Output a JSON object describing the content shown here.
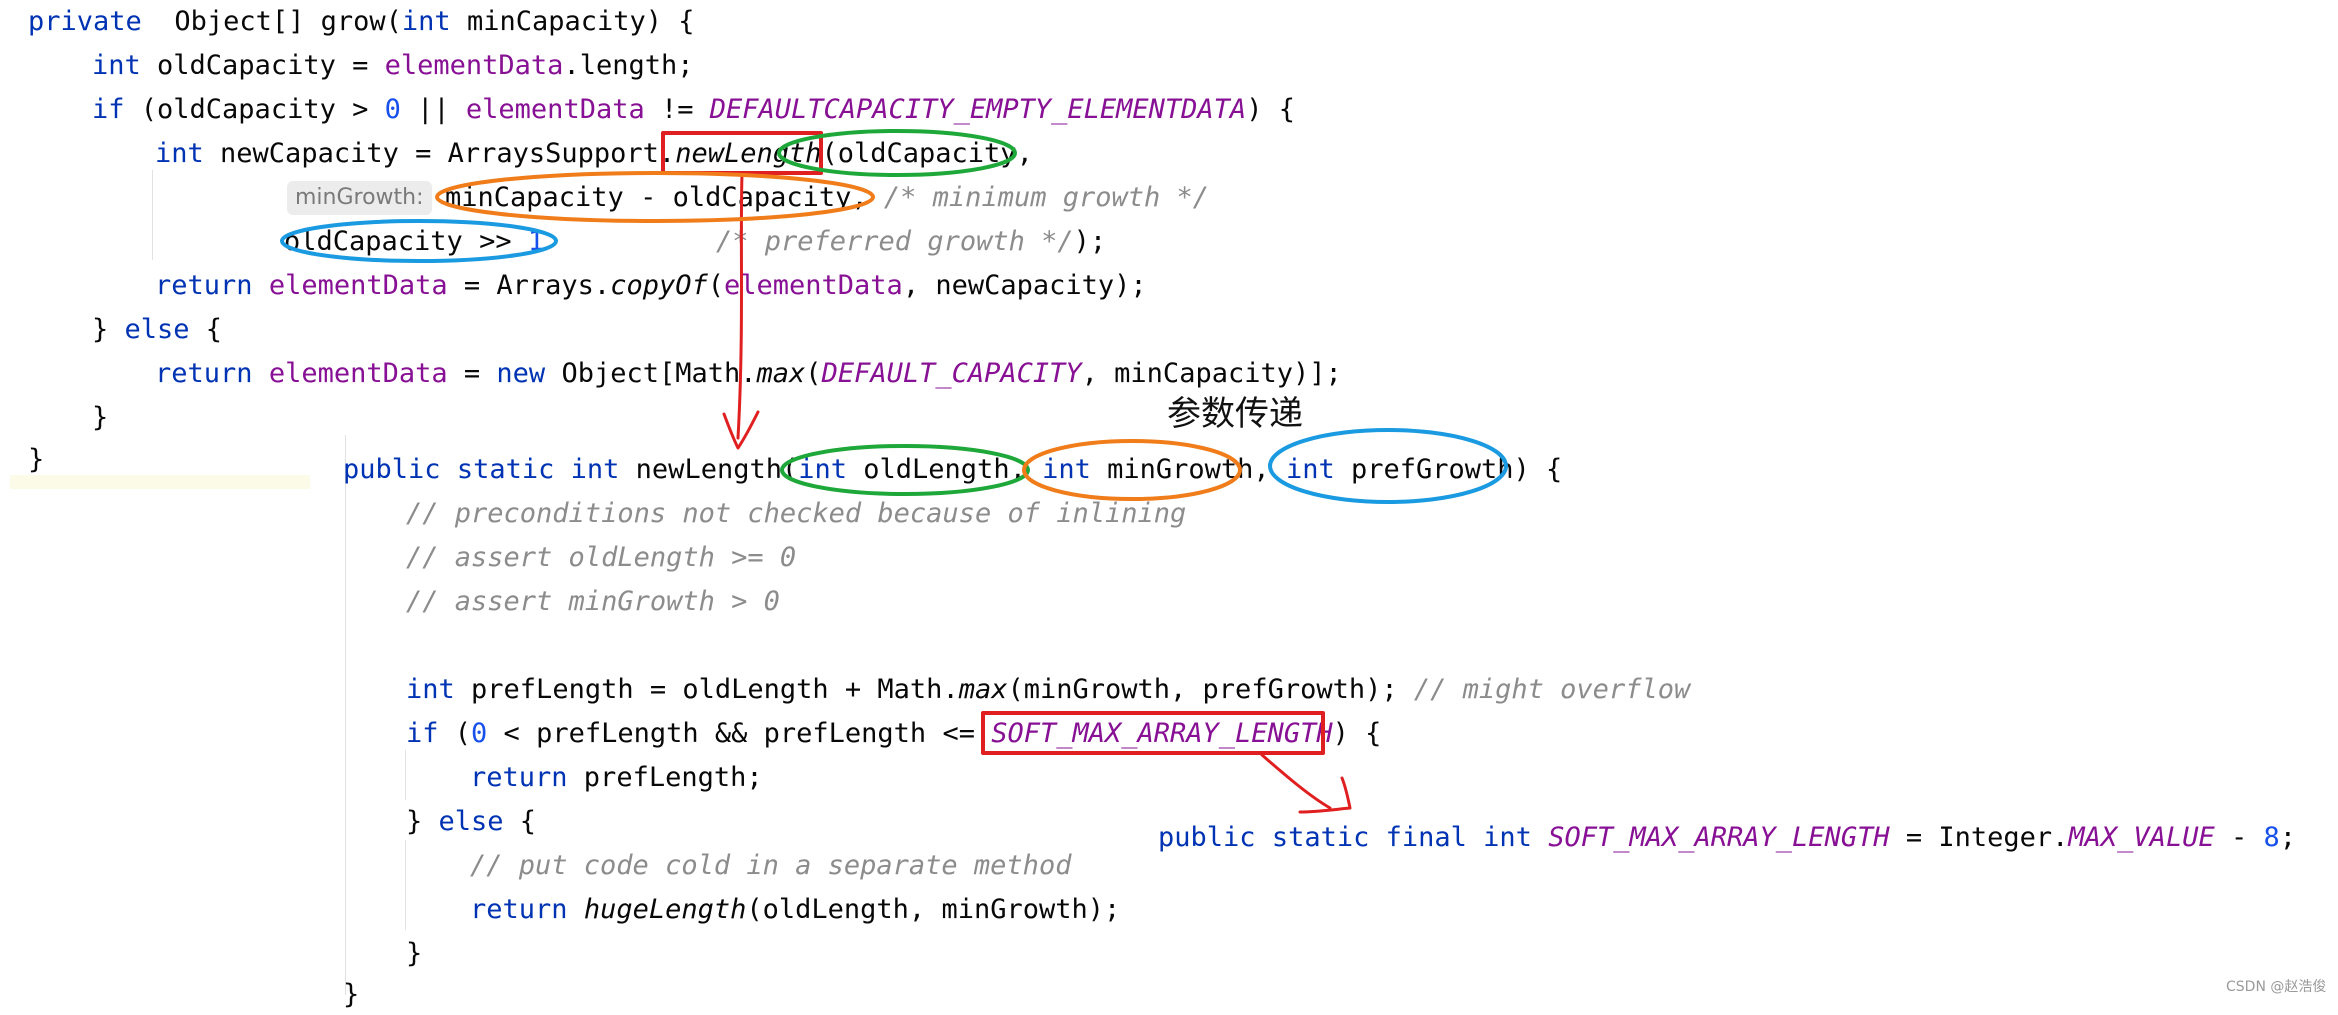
{
  "grow": {
    "l1": {
      "kw1": "private",
      "t1": " Object[] ",
      "t2": "grow",
      "t3": "(",
      "kw2": "int",
      "t4": " minCapacity) {"
    },
    "l2": {
      "kw": "int",
      "t1": " oldCapacity = ",
      "fld": "elementData",
      "t2": ".length;"
    },
    "l3": {
      "kw": "if",
      "t1": " (oldCapacity > ",
      "num": "0",
      "t2": " || ",
      "fld": "elementData",
      "t3": " != ",
      "ifld": "DEFAULTCAPACITY_EMPTY_ELEMENTDATA",
      "t4": ") {"
    },
    "l4": {
      "kw": "int",
      "t1": " newCapacity = ArraysSupport.",
      "it": "newLength",
      "t2": "(oldCapacity,"
    },
    "l5": {
      "hint": "minGrowth:",
      "t1": "minCapacity - oldCapacity, ",
      "cmt": "/* minimum growth */"
    },
    "l6": {
      "t1": "oldCapacity >> ",
      "num": "1",
      "cmt": "/* preferred growth */",
      "t2": ");"
    },
    "l7": {
      "kw": "return",
      "t0": " ",
      "fld1": "elementData",
      "t1": " = Arrays.",
      "it": "copyOf",
      "t2": "(",
      "fld2": "elementData",
      "t3": ", newCapacity);"
    },
    "l8": {
      "t1": "} ",
      "kw": "else",
      "t2": " {"
    },
    "l9": {
      "kw1": "return",
      "t0": " ",
      "fld": "elementData",
      "t1": " = ",
      "kw2": "new",
      "t2": " Object[Math.",
      "it": "max",
      "t3": "(",
      "ifld": "DEFAULT_CAPACITY",
      "t4": ", minCapacity)];"
    },
    "l10": {
      "t1": "}"
    },
    "l11": {
      "t1": "}"
    }
  },
  "annotation_label": "参数传递",
  "newLength": {
    "l1": {
      "kw1": "public",
      "kw2": "static",
      "kw3": "int",
      "t1": "newLength(",
      "kw4": "int",
      "t2": " oldLength, ",
      "kw5": "int",
      "t3": " minGrowth, ",
      "kw6": "int",
      "t4": " prefGrowth) {"
    },
    "c1": "// preconditions not checked because of inlining",
    "c2": "// assert oldLength >= 0",
    "c3": "// assert minGrowth > 0",
    "l5": {
      "kw": "int",
      "t1": " prefLength = oldLength + Math.",
      "it": "max",
      "t2": "(minGrowth, prefGrowth); ",
      "cmt": "// might overflow"
    },
    "l6": {
      "kw": "if",
      "t1": " (",
      "num": "0",
      "t2": " < prefLength && prefLength <= ",
      "ifld": "SOFT_MAX_ARRAY_LENGTH",
      "t3": ") {"
    },
    "l7": {
      "kw": "return",
      "t1": " prefLength;"
    },
    "l8": {
      "t1": "} ",
      "kw": "else",
      "t2": " {"
    },
    "c4": "// put code cold in a separate method",
    "l10": {
      "kw": "return",
      "t0": " ",
      "it": "hugeLength",
      "t1": "(oldLength, minGrowth);"
    },
    "l11": {
      "t1": "}"
    },
    "l12": {
      "t1": "}"
    }
  },
  "constant": {
    "kw1": "public",
    "kw2": "static",
    "kw3": "final",
    "kw4": "int",
    "ifld": "SOFT_MAX_ARRAY_LENGTH",
    "t1": " = Integer.",
    "ifld2": "MAX_VALUE",
    "t2": " - ",
    "num": "8",
    "t3": ";"
  },
  "watermark": "CSDN @赵浩俊",
  "colors": {
    "keyword": "#0033b3",
    "field": "#871094",
    "number": "#1750eb",
    "comment": "#8c8c8c",
    "red_mark": "#e02020",
    "green_mark": "#1fa83a",
    "orange_mark": "#f07c1a",
    "blue_mark": "#1a9ae0"
  }
}
